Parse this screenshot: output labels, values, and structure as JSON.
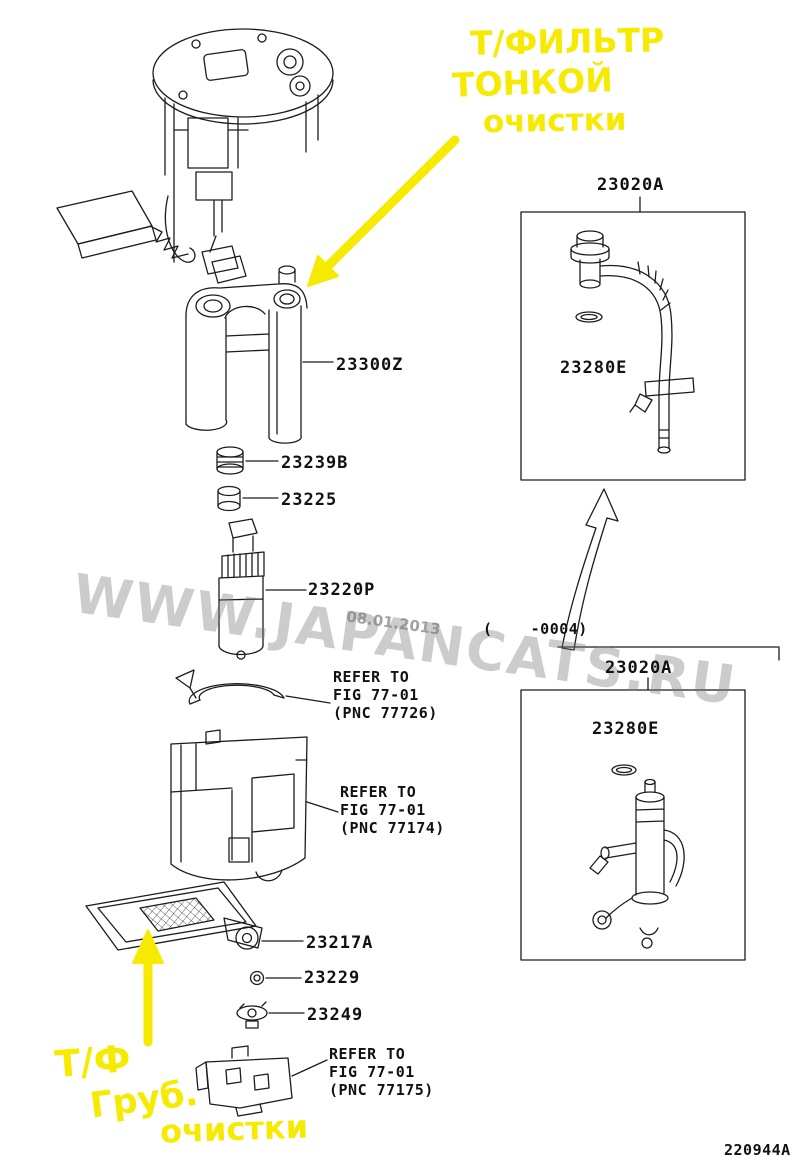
{
  "doc": {
    "code": "220944A",
    "serial_range": "(    -0004)"
  },
  "watermark": {
    "site": "WWW.JAPANCATS.RU",
    "date": "08.01.2013"
  },
  "annotations": {
    "accent_color": "#f6ea00",
    "fine_filter": {
      "line1": "Т/ФИЛЬТР",
      "line2": "ТОНКОЙ",
      "line3": "очистки"
    },
    "coarse_filter": {
      "line1": "Т/Ф",
      "line2": "Груб.",
      "line3": "очистки"
    }
  },
  "parts": {
    "p23020a_top": "23020A",
    "p23280e_top": "23280E",
    "p23300z": "23300Z",
    "p23239b": "23239B",
    "p23225": "23225",
    "p23220p": "23220P",
    "p23020a_bottom": "23020A",
    "p23280e_bottom": "23280E",
    "p23217a": "23217A",
    "p23229": "23229",
    "p23249": "23249"
  },
  "refs": {
    "r77726": {
      "line1": "REFER TO",
      "line2": "FIG 77-01",
      "line3": "(PNC 77726)"
    },
    "r77174": {
      "line1": "REFER TO",
      "line2": "FIG 77-01",
      "line3": "(PNC 77174)"
    },
    "r77175": {
      "line1": "REFER TO",
      "line2": "FIG 77-01",
      "line3": "(PNC 77175)"
    }
  }
}
